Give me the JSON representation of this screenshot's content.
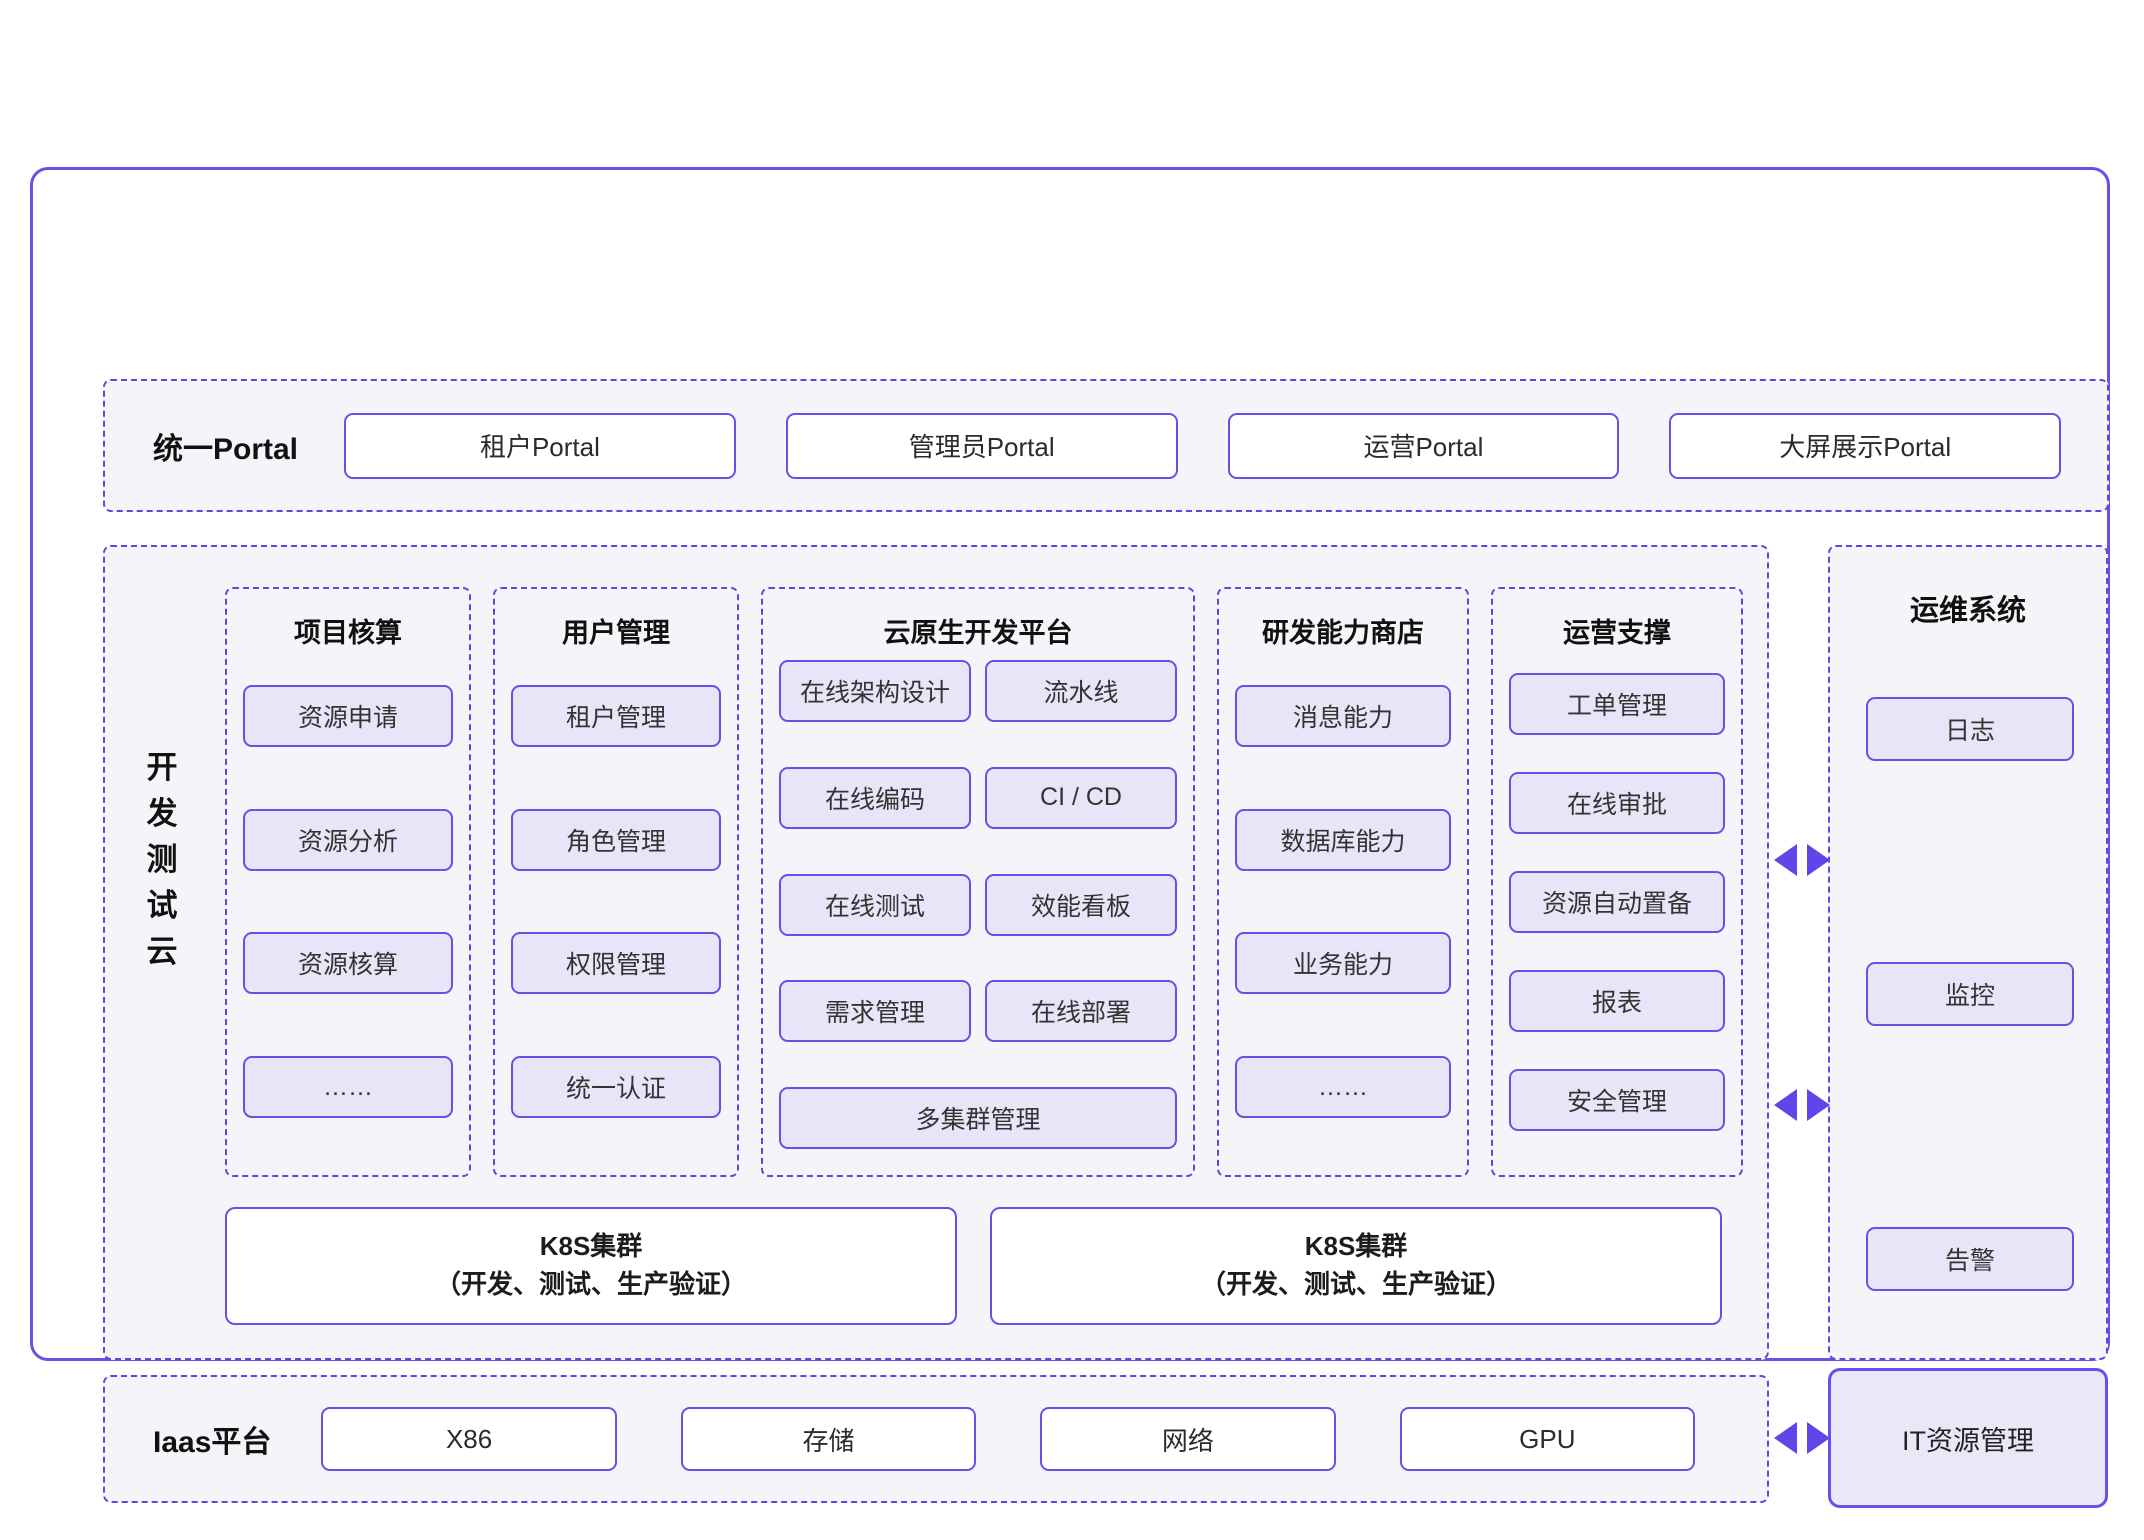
{
  "colors": {
    "accent_border": "#6B4EE6",
    "dashed_border": "#584AE0",
    "arrow": "#5F46E8",
    "chip_fill": "#E9E5F8",
    "section_fill": "#F5F5F9"
  },
  "portal": {
    "label": "统一Portal",
    "items": [
      "租户Portal",
      "管理员Portal",
      "运营Portal",
      "大屏展示Portal"
    ]
  },
  "dev_cloud": {
    "label": "开发测试云",
    "columns": [
      {
        "title": "项目核算",
        "items": [
          "资源申请",
          "资源分析",
          "资源核算",
          "……"
        ]
      },
      {
        "title": "用户管理",
        "items": [
          "租户管理",
          "角色管理",
          "权限管理",
          "统一认证"
        ]
      },
      {
        "title": "云原生开发平台",
        "grid_items": [
          "在线架构设计",
          "流水线",
          "在线编码",
          "CI / CD",
          "在线测试",
          "效能看板",
          "需求管理",
          "在线部署"
        ],
        "full_item": "多集群管理"
      },
      {
        "title": "研发能力商店",
        "items": [
          "消息能力",
          "数据库能力",
          "业务能力",
          "……"
        ]
      },
      {
        "title": "运营支撑",
        "items": [
          "工单管理",
          "在线审批",
          "资源自动置备",
          "报表",
          "安全管理"
        ]
      }
    ],
    "k8s": [
      {
        "line1": "K8S集群",
        "line2": "（开发、测试、生产验证）"
      },
      {
        "line1": "K8S集群",
        "line2": "（开发、测试、生产验证）"
      }
    ]
  },
  "ops_system": {
    "title": "运维系统",
    "items": [
      "日志",
      "监控",
      "告警"
    ]
  },
  "iaas": {
    "label": "Iaas平台",
    "items": [
      "X86",
      "存储",
      "网络",
      "GPU"
    ]
  },
  "it_mgmt": {
    "label": "IT资源管理"
  }
}
